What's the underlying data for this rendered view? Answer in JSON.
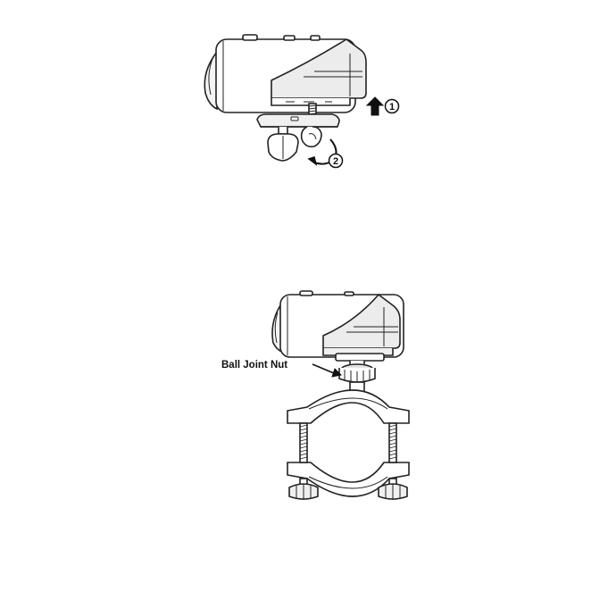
{
  "figure_top": {
    "step1_marker": "1",
    "step2_marker": "2"
  },
  "figure_bottom": {
    "callout_label": "Ball Joint Nut"
  },
  "colors": {
    "stroke": "#222222",
    "body_fill": "#ffffff",
    "shade": "#d8d8d8",
    "dark": "#3a3a3a"
  }
}
